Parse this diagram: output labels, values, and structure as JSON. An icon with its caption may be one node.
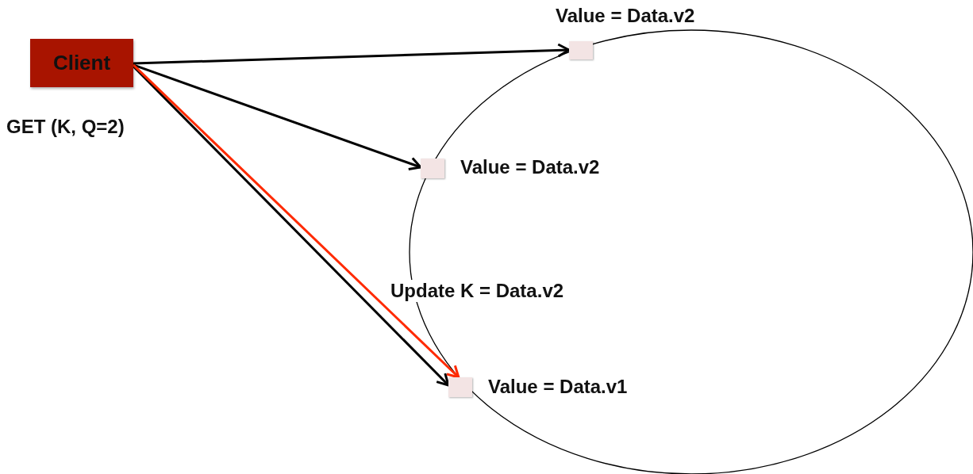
{
  "diagram": {
    "nodes": [
      {
        "text": [
          "Client"
        ]
      },
      {
        "text": [],
        "shape": "box",
        "beside": [
          "Value = Data.v2"
        ]
      },
      {
        "text": [],
        "shape": "box",
        "beside": [
          "Value = Data.v2"
        ]
      },
      {
        "text": [],
        "shape": "box",
        "beside": [
          "Value = Data.v1"
        ]
      }
    ],
    "edges": [
      {
        "from": 0,
        "to": 1,
        "arrow": "to"
      },
      {
        "from": 0,
        "to": 2,
        "arrow": "to"
      },
      {
        "from": 0,
        "to": 3,
        "arrow": "to"
      },
      {
        "from": 0,
        "to": 3,
        "arrow": "to",
        "label": "Update K = Data.v2",
        "color": "#ff2a00"
      }
    ],
    "labels": [
      "GET (K, Q=2)"
    ]
  }
}
